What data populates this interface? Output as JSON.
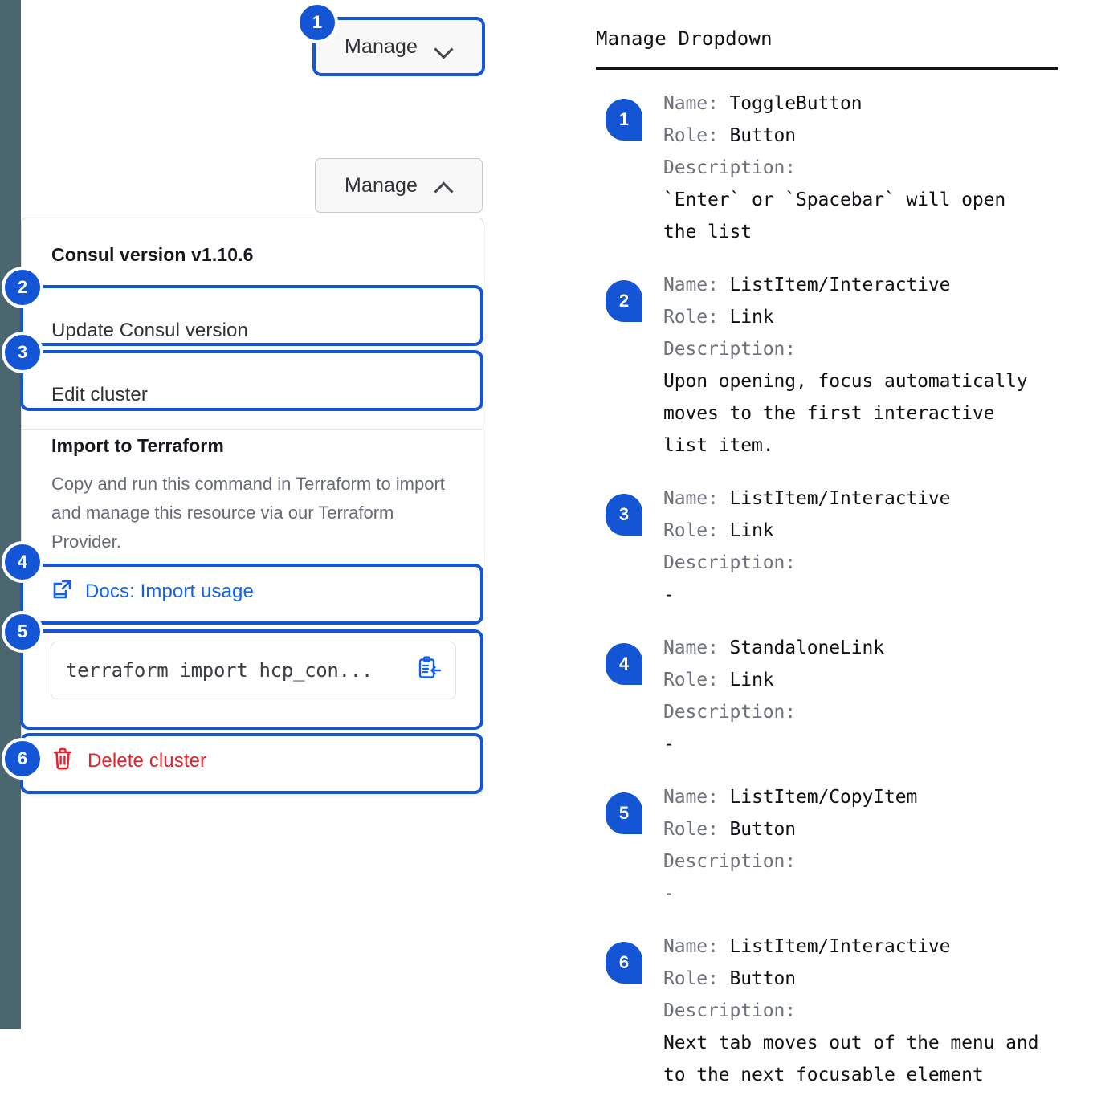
{
  "rail": {
    "color": "#4a666e"
  },
  "accent": {
    "blue": "#1355d4",
    "link_blue": "#1060ee",
    "danger_red": "#e8202a"
  },
  "component": {
    "toggle_closed": {
      "label": "Manage",
      "icon": "chevron-down-icon"
    },
    "toggle_open": {
      "label": "Manage",
      "icon": "chevron-up-icon"
    },
    "dropdown": {
      "version_heading": "Consul version v1.10.6",
      "items": [
        {
          "label": "Update Consul version"
        },
        {
          "label": "Edit cluster"
        }
      ],
      "terraform": {
        "title": "Import to Terraform",
        "description": "Copy and run this command in Terraform to import and manage this resource via our Terraform Provider.",
        "docs_link": "Docs: Import usage",
        "docs_icon": "external-link-docs-icon",
        "command": "terraform import hcp_con...",
        "copy_icon": "clipboard-copy-icon"
      },
      "delete": {
        "label": "Delete cluster",
        "icon": "trash-icon"
      }
    },
    "markers": [
      "1",
      "2",
      "3",
      "4",
      "5",
      "6"
    ]
  },
  "legend": {
    "title": "Manage Dropdown",
    "labels": {
      "name": "Name:",
      "role": "Role:",
      "description": "Description:"
    },
    "entries": [
      {
        "marker": "1",
        "name": "ToggleButton",
        "role": "Button",
        "description": "`Enter` or `Spacebar` will open\nthe list"
      },
      {
        "marker": "2",
        "name": "ListItem/Interactive",
        "role": "Link",
        "description": "Upon opening, focus automatically\nmoves to the first interactive\nlist item."
      },
      {
        "marker": "3",
        "name": "ListItem/Interactive",
        "role": "Link",
        "description": "-"
      },
      {
        "marker": "4",
        "name": "StandaloneLink",
        "role": "Link",
        "description": "-"
      },
      {
        "marker": "5",
        "name": "ListItem/CopyItem",
        "role": "Button",
        "description": "-"
      },
      {
        "marker": "6",
        "name": "ListItem/Interactive",
        "role": "Button",
        "description": "Next tab moves out of the menu and\nto the next focusable element"
      }
    ]
  }
}
